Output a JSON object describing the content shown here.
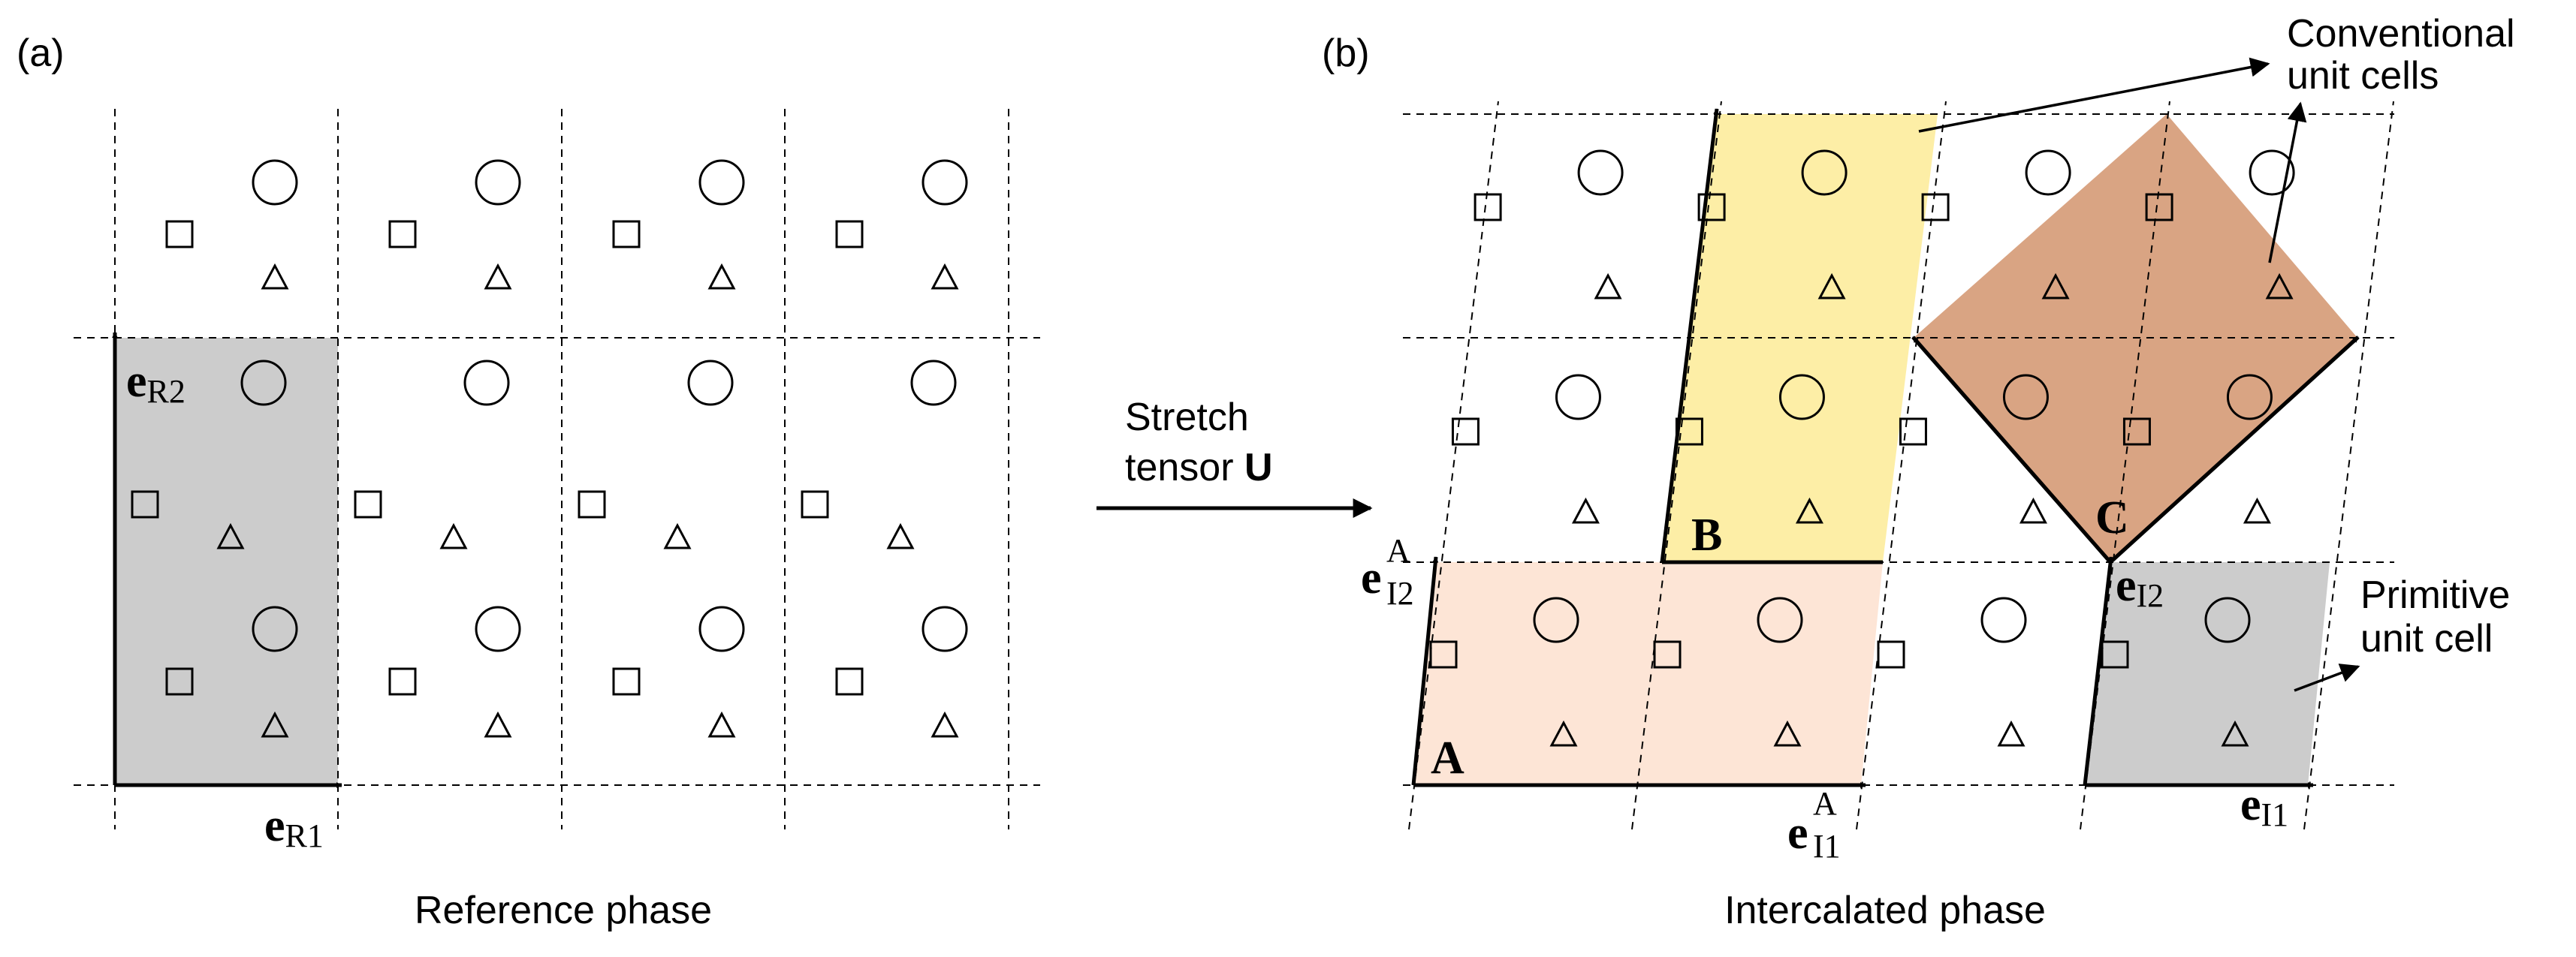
{
  "panels": {
    "a": {
      "tag": "(a)",
      "caption": "Reference phase"
    },
    "b": {
      "tag": "(b)",
      "caption": "Intercalated phase"
    }
  },
  "arrow_label": {
    "line1": "Stretch",
    "line2_text": "tensor ",
    "line2_symbol": "U"
  },
  "vectors": {
    "eR1": {
      "base": "e",
      "sub": "R1"
    },
    "eR2": {
      "base": "e",
      "sub": "R2"
    },
    "eI1A": {
      "base": "e",
      "sub": "I1",
      "sup": "A"
    },
    "eI2A": {
      "base": "e",
      "sub": "I2",
      "sup": "A"
    },
    "eI1": {
      "base": "e",
      "sub": "I1"
    },
    "eI2": {
      "base": "e",
      "sub": "I2"
    }
  },
  "cell_labels": {
    "A": "A",
    "B": "B",
    "C": "C"
  },
  "callouts": {
    "conventional": {
      "line1": "Conventional",
      "line2": "unit cells"
    },
    "primitive": {
      "line1": "Primitive",
      "line2": "unit cell"
    }
  },
  "colors": {
    "reference_cell": "#cccccc",
    "cell_A": "#fde5d6",
    "cell_B": "#fdeea6",
    "cell_C": "#d9a483",
    "primitive_cell": "#cccccc"
  }
}
